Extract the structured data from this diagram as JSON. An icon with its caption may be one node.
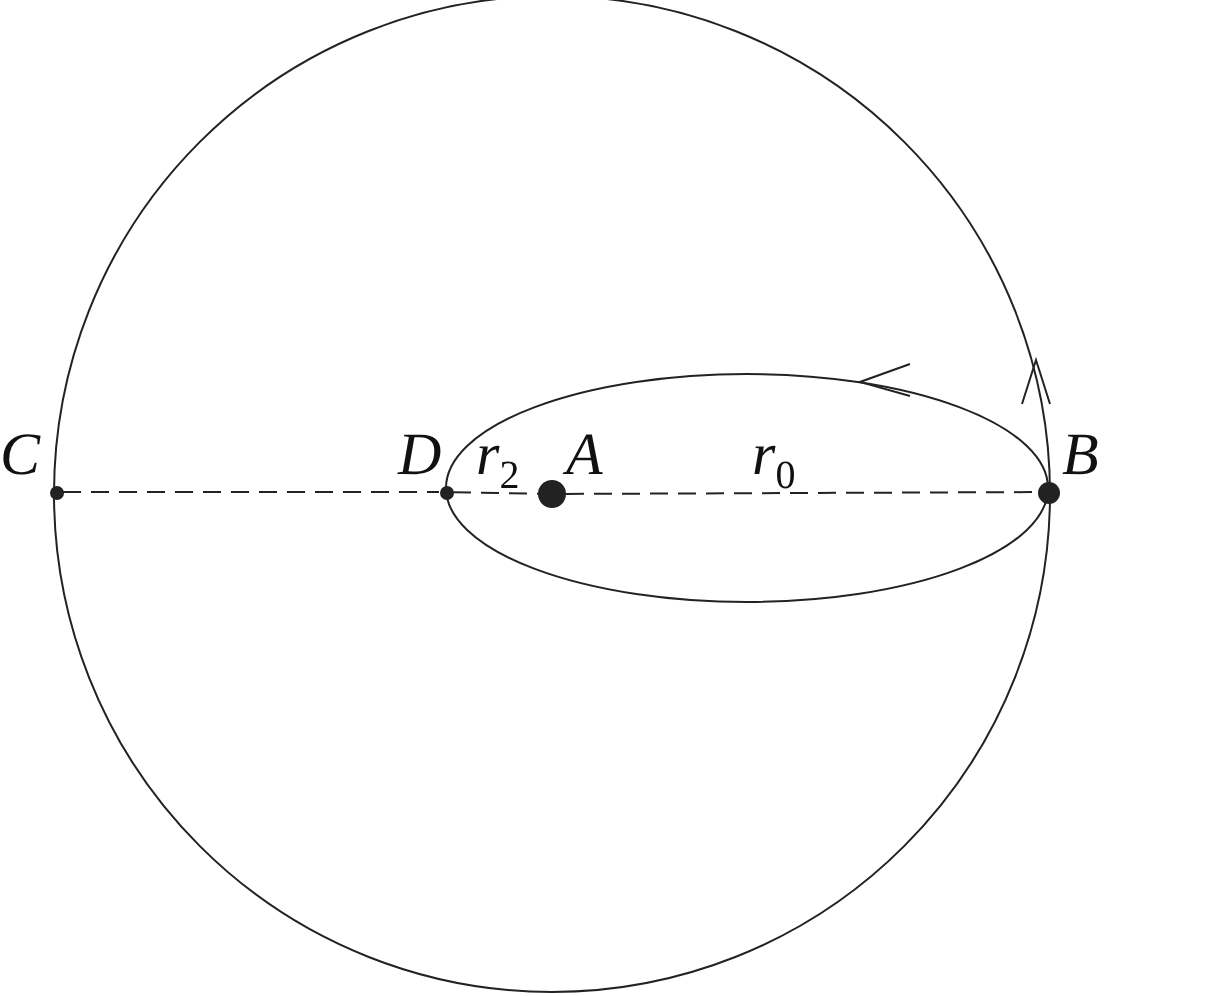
{
  "diagram": {
    "nodes": [
      {
        "text": [],
        "shape": "circle",
        "beside": [
          "C"
        ]
      },
      {
        "text": [],
        "shape": "circle",
        "beside": [
          "D"
        ]
      },
      {
        "text": [],
        "shape": "circle",
        "beside": [
          "A"
        ]
      },
      {
        "text": [],
        "shape": "circle",
        "beside": [
          "B"
        ]
      }
    ],
    "edges": [
      {
        "from": 0,
        "to": 1,
        "arrow": "none",
        "style": "dashed"
      },
      {
        "from": 1,
        "to": 2,
        "arrow": "none",
        "style": "dashed"
      },
      {
        "from": 2,
        "to": 3,
        "arrow": "none",
        "style": "dashed"
      }
    ],
    "labels": [
      "r$_{0}$",
      "r$_{2}$"
    ]
  }
}
